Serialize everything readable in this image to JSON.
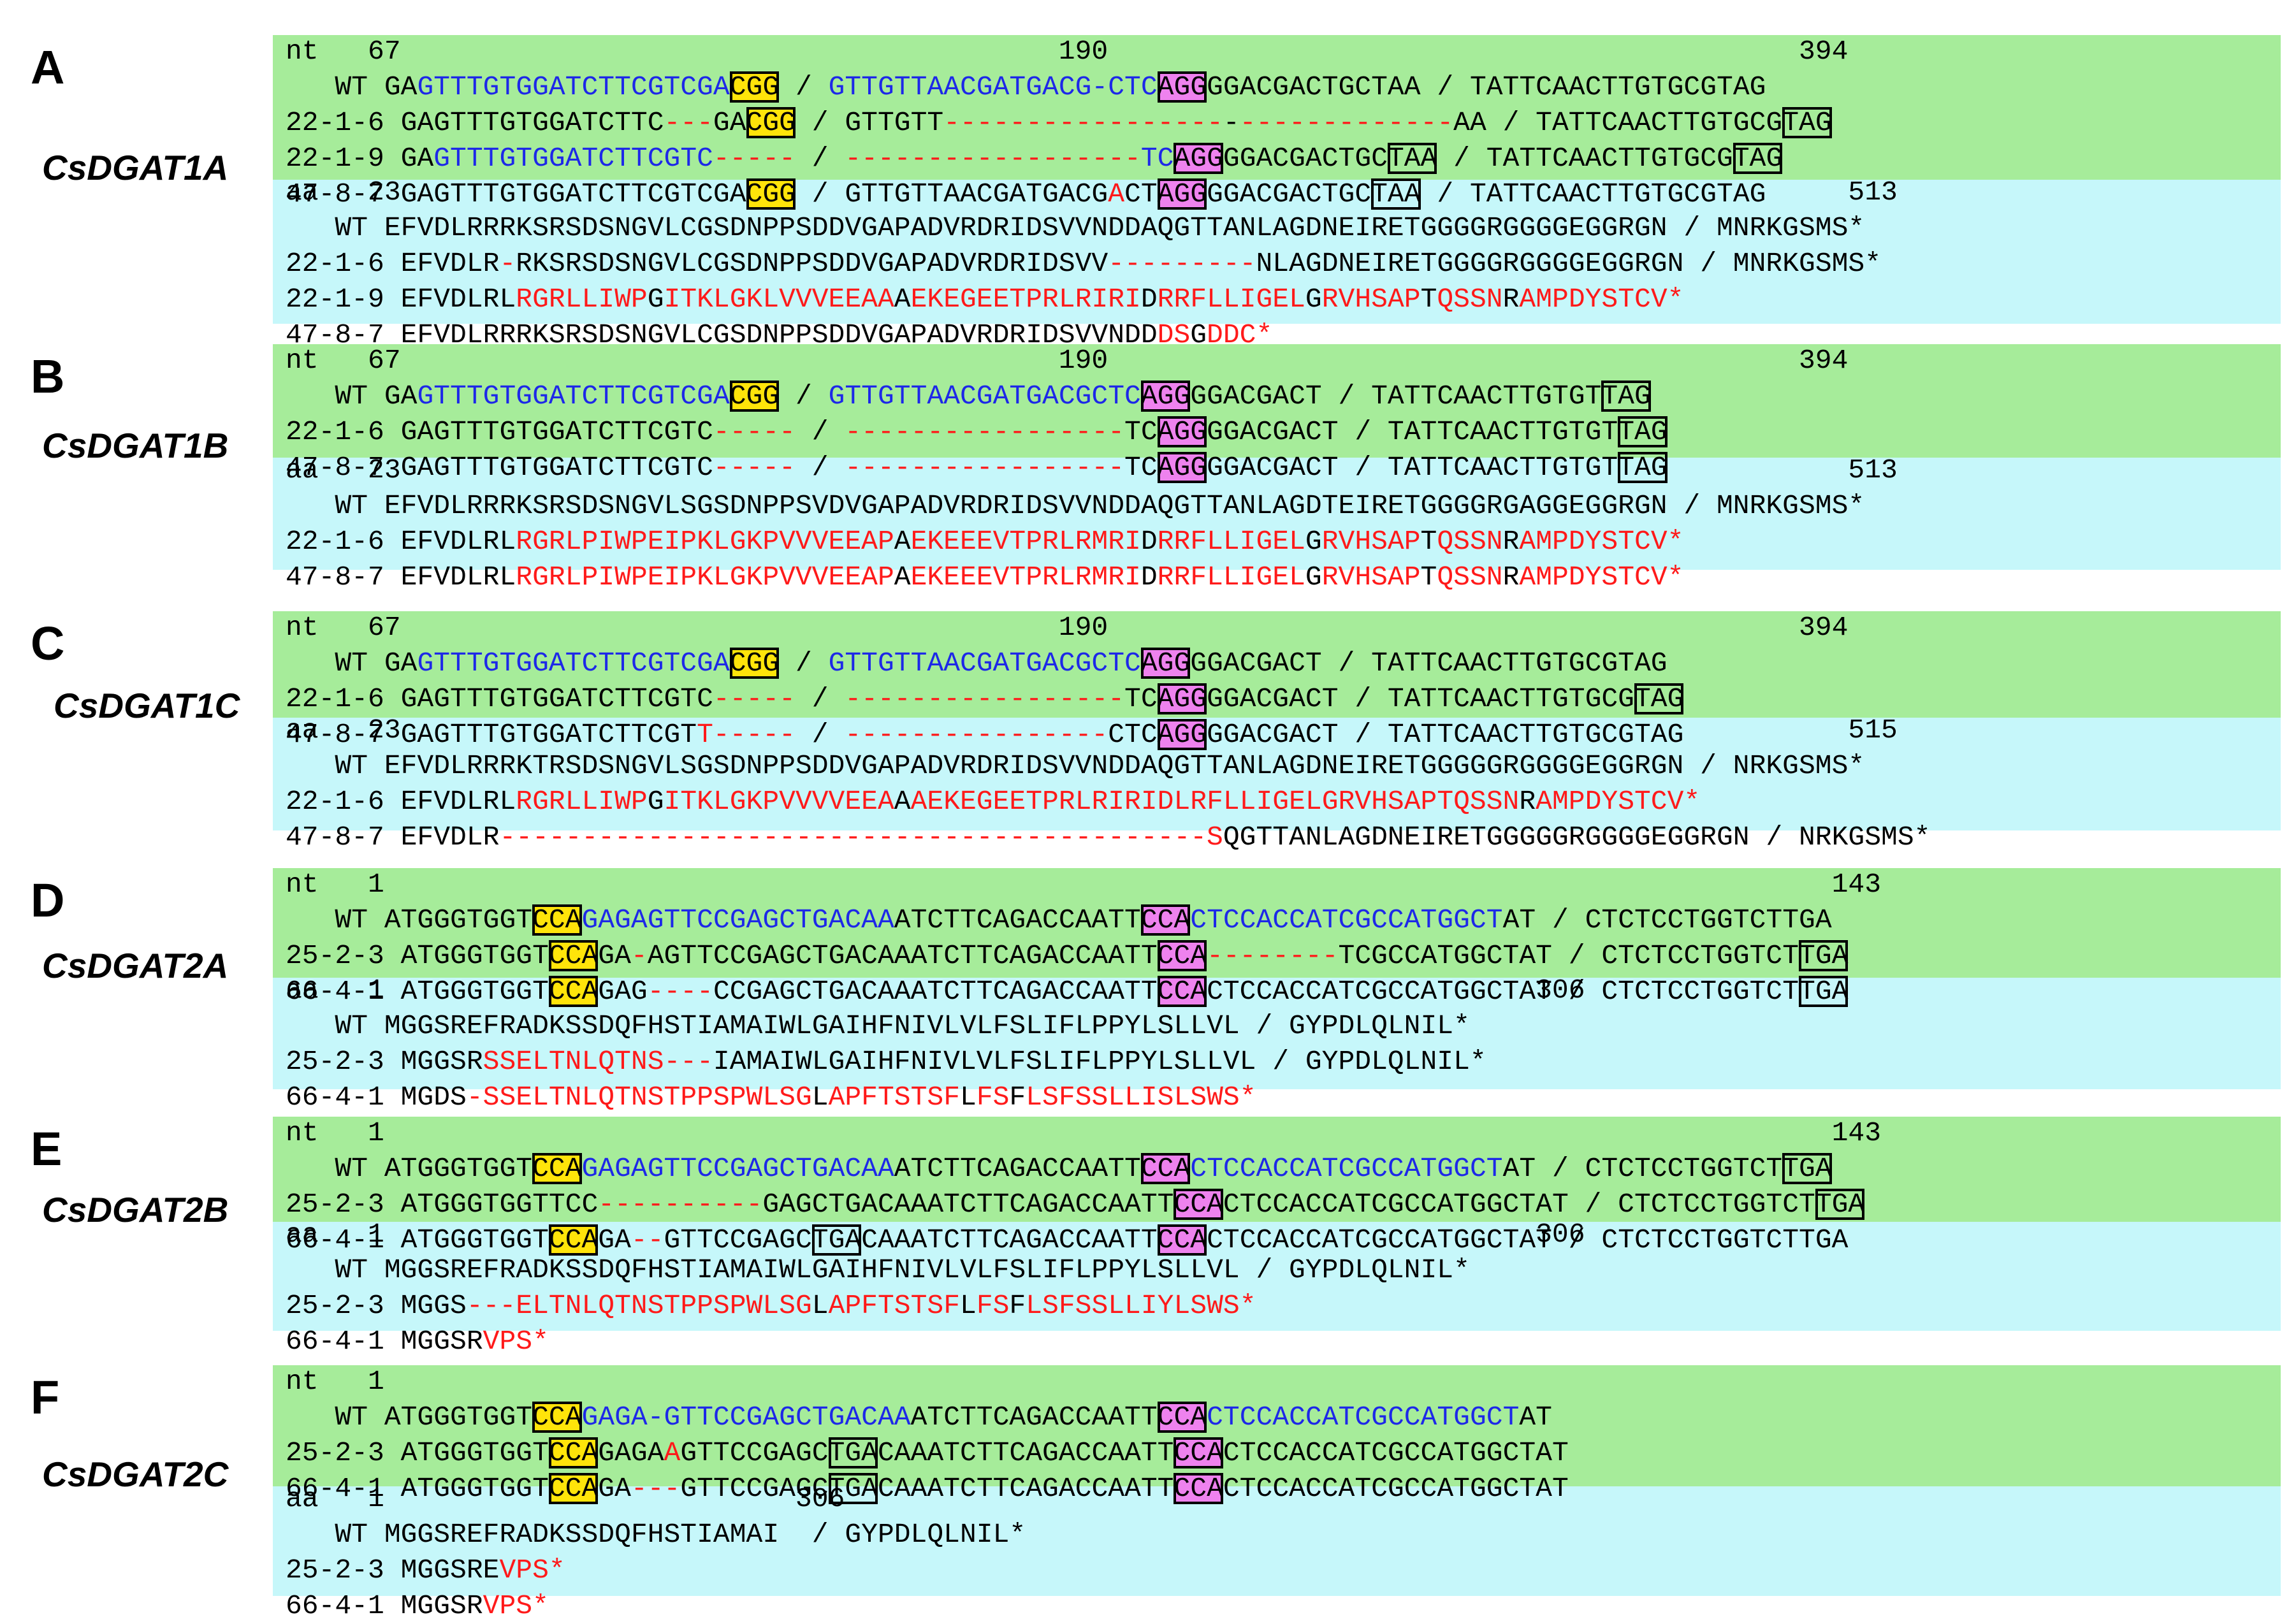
{
  "panels": [
    {
      "label": "A",
      "gene": "CsDGAT1A",
      "nt": [
        [
          [
            "nt   67                                        190                                          394"
          ]
        ],
        [
          [
            "   WT GA"
          ],
          [
            "GTTTGTGGATCTTCGTCGA",
            "b"
          ],
          [
            "CGG",
            "y"
          ],
          [
            " / "
          ],
          [
            "GTTGTTAACGATGACG-CTC",
            "b"
          ],
          [
            "AGG",
            "m"
          ],
          [
            "GGACGACTGCTAA / TATTCAACTTGTGCGTAG"
          ]
        ],
        [
          [
            "22-1-6 GAGTTTGTGGATCTTC"
          ],
          [
            "---",
            "r"
          ],
          [
            "GA"
          ],
          [
            "CGG",
            "y"
          ],
          [
            " / GTTGTT"
          ],
          [
            "-----------------",
            "r"
          ],
          [
            "-"
          ],
          [
            "-------------",
            "r"
          ],
          [
            "AA / TATTCAACTTGTGCG"
          ],
          [
            "TAG",
            "o"
          ]
        ],
        [
          [
            "22-1-9 GA"
          ],
          [
            "GTTTGTGGATCTTCGTC",
            "b"
          ],
          [
            "-----",
            "r"
          ],
          [
            " / "
          ],
          [
            "------------------",
            "r"
          ],
          [
            "TC",
            "b"
          ],
          [
            "AGG",
            "m"
          ],
          [
            "GGACGACTGC"
          ],
          [
            "TAA",
            "o"
          ],
          [
            " / TATTCAACTTGTGCG"
          ],
          [
            "TAG",
            "o"
          ]
        ],
        [
          [
            "47-8-7 GAGTTTGTGGATCTTCGTCGA"
          ],
          [
            "CGG",
            "y"
          ],
          [
            " / GTTGTTAACGATGACG"
          ],
          [
            "A",
            "r"
          ],
          [
            "CT"
          ],
          [
            "AGG",
            "m"
          ],
          [
            "GGACGACTGC"
          ],
          [
            "TAA",
            "o"
          ],
          [
            " / TATTCAACTTGTGCGTAG"
          ]
        ]
      ],
      "aa": [
        [
          [
            "aa   23                                                                                        513"
          ]
        ],
        [
          [
            "   WT EFVDLRRRKSRSDSNGVLCGSDNPPSDDVGAPADVRDRIDSVVNDDAQGTTANLAGDNEIRETGGGGRGGGGEGGRGN / MNRKGSMS*"
          ]
        ],
        [
          [
            "22-1-6 EFVDLR"
          ],
          [
            "-",
            "r"
          ],
          [
            "RKSRSDSNGVLCGSDNPPSDDVGAPADVRDRIDSVV"
          ],
          [
            "---------",
            "r"
          ],
          [
            "NLAGDNEIRETGGGGRGGGGEGGRGN / MNRKGSMS*"
          ]
        ],
        [
          [
            "22-1-9 EFVDLRL"
          ],
          [
            "RGRLLIWP",
            "r"
          ],
          [
            "G"
          ],
          [
            "ITKLGKLVVVEEAA",
            "r"
          ],
          [
            "A"
          ],
          [
            "EKEGEETPRLRIRI",
            "r"
          ],
          [
            "D"
          ],
          [
            "RRFLLIGEL",
            "r"
          ],
          [
            "G"
          ],
          [
            "RVHSAP",
            "r"
          ],
          [
            "T"
          ],
          [
            "QSSN",
            "r"
          ],
          [
            "R"
          ],
          [
            "AMPDYSTCV*",
            "r"
          ]
        ],
        [
          [
            "47-8-7 EFVDLRRRKSRSDSNGVLCGSDNPPSDDVGAPADVRDRIDSVVNDD"
          ],
          [
            "DS",
            "r"
          ],
          [
            "G"
          ],
          [
            "DDC*",
            "r"
          ]
        ]
      ]
    },
    {
      "label": "B",
      "gene": "CsDGAT1B",
      "nt": [
        [
          [
            "nt   67                                        190                                          394"
          ]
        ],
        [
          [
            "   WT GA"
          ],
          [
            "GTTTGTGGATCTTCGTCGA",
            "b"
          ],
          [
            "CGG",
            "y"
          ],
          [
            " / "
          ],
          [
            "GTTGTTAACGATGACGCTC",
            "b"
          ],
          [
            "AGG",
            "m"
          ],
          [
            "GGACGACT / TATTCAACTTGTGT"
          ],
          [
            "TAG",
            "o"
          ]
        ],
        [
          [
            "22-1-6 GAGTTTGTGGATCTTCGTC"
          ],
          [
            "-----",
            "r"
          ],
          [
            " / "
          ],
          [
            "-----------------",
            "r"
          ],
          [
            "TC"
          ],
          [
            "AGG",
            "m"
          ],
          [
            "GGACGACT / TATTCAACTTGTGT"
          ],
          [
            "TAG",
            "o"
          ]
        ],
        [
          [
            "47-8-7 GAGTTTGTGGATCTTCGTC"
          ],
          [
            "-----",
            "r"
          ],
          [
            " / "
          ],
          [
            "-----------------",
            "r"
          ],
          [
            "TC"
          ],
          [
            "AGG",
            "m"
          ],
          [
            "GGACGACT / TATTCAACTTGTGT"
          ],
          [
            "TAG",
            "o"
          ]
        ]
      ],
      "aa": [
        [
          [
            "aa   23                                                                                        513"
          ]
        ],
        [
          [
            "   WT EFVDLRRRKSRSDSNGVLSGSDNPPSVDVGAPADVRDRIDSVVNDDAQGTTANLAGDTEIRETGGGGRGAGGEGGRGN / MNRKGSMS*"
          ]
        ],
        [
          [
            "22-1-6 EFVDLRL"
          ],
          [
            "RGRLPIWPEIPKLGKPVVVEEAP",
            "r"
          ],
          [
            "A"
          ],
          [
            "EKEEEVTPRLRMRI",
            "r"
          ],
          [
            "D"
          ],
          [
            "RRFLLIGEL",
            "r"
          ],
          [
            "G"
          ],
          [
            "RVHSAP",
            "r"
          ],
          [
            "T"
          ],
          [
            "QSSN",
            "r"
          ],
          [
            "R"
          ],
          [
            "AMPDYSTCV*",
            "r"
          ]
        ],
        [
          [
            "47-8-7 EFVDLRL"
          ],
          [
            "RGRLPIWPEIPKLGKPVVVEEAP",
            "r"
          ],
          [
            "A"
          ],
          [
            "EKEEEVTPRLRMRI",
            "r"
          ],
          [
            "D"
          ],
          [
            "RRFLLIGEL",
            "r"
          ],
          [
            "G"
          ],
          [
            "RVHSAP",
            "r"
          ],
          [
            "T"
          ],
          [
            "QSSN",
            "r"
          ],
          [
            "R"
          ],
          [
            "AMPDYSTCV*",
            "r"
          ]
        ]
      ]
    },
    {
      "label": "C",
      "gene": "CsDGAT1C",
      "nt": [
        [
          [
            "nt   67                                        190                                          394"
          ]
        ],
        [
          [
            "   WT GA"
          ],
          [
            "GTTTGTGGATCTTCGTCGA",
            "b"
          ],
          [
            "CGG",
            "y"
          ],
          [
            " / "
          ],
          [
            "GTTGTTAACGATGACGCTC",
            "b"
          ],
          [
            "AGG",
            "m"
          ],
          [
            "GGACGACT / TATTCAACTTGTGCGTAG"
          ]
        ],
        [
          [
            "22-1-6 GAGTTTGTGGATCTTCGTC"
          ],
          [
            "-----",
            "r"
          ],
          [
            " / "
          ],
          [
            "-----------------",
            "r"
          ],
          [
            "TC"
          ],
          [
            "AGG",
            "m"
          ],
          [
            "GGACGACT / TATTCAACTTGTGCG"
          ],
          [
            "TAG",
            "o"
          ]
        ],
        [
          [
            "47-8-7 GAGTTTGTGGATCTTCGT"
          ],
          [
            "T-----",
            "r"
          ],
          [
            " / "
          ],
          [
            "----------------",
            "r"
          ],
          [
            "CTC"
          ],
          [
            "AGG",
            "m"
          ],
          [
            "GGACGACT / TATTCAACTTGTGCGTAG"
          ]
        ]
      ],
      "aa": [
        [
          [
            "aa   23                                                                                        515"
          ]
        ],
        [
          [
            "   WT EFVDLRRRKTRSDSNGVLSGSDNPPSDDVGAPADVRDRIDSVVNDDAQGTTANLAGDNEIRETGGGGGRGGGGEGGRGN / NRKGSMS*"
          ]
        ],
        [
          [
            "22-1-6 EFVDLRL"
          ],
          [
            "RGRLLIWP",
            "r"
          ],
          [
            "G"
          ],
          [
            "ITKLGKPVVVVEEA",
            "r"
          ],
          [
            "A"
          ],
          [
            "AEKEGEETPRLRIRIDLRFLLIGELGRVHSAPTQSSN",
            "r"
          ],
          [
            "R"
          ],
          [
            "AMPDYSTCV*",
            "r"
          ]
        ],
        [
          [
            "47-8-7 EFVDLR"
          ],
          [
            "-------------------------------------------S",
            "r"
          ],
          [
            "QGTTANLAGDNEIRETGGGGGRGGGGEGGRGN / NRKGSMS*"
          ]
        ]
      ]
    },
    {
      "label": "D",
      "gene": "CsDGAT2A",
      "nt": [
        [
          [
            "nt   1                                                                                        143"
          ]
        ],
        [
          [
            "   WT ATGGGTGGT"
          ],
          [
            "CCA",
            "y"
          ],
          [
            "GAGAGTTCCGAGCTGACAA",
            "b"
          ],
          [
            "ATCTTCAGACCAATT"
          ],
          [
            "CCA",
            "m"
          ],
          [
            "CTCCACCATCGCCATGGCT",
            "b"
          ],
          [
            "AT / CTCTCCTGGTCTTGA"
          ]
        ],
        [
          [
            "25-2-3 ATGGGTGGT"
          ],
          [
            "CCA",
            "y"
          ],
          [
            "GA"
          ],
          [
            "-",
            "r"
          ],
          [
            "AGTTCCGAGCTGACAAATCTTCAGACCAATT"
          ],
          [
            "CCA",
            "m"
          ],
          [
            "--------",
            "r"
          ],
          [
            "TCGCCATGGCTAT / CTCTCCTGGTCT"
          ],
          [
            "TGA",
            "o"
          ]
        ],
        [
          [
            "66-4-1 ATGGGTGGT"
          ],
          [
            "CCA",
            "y"
          ],
          [
            "GAG"
          ],
          [
            "----",
            "r"
          ],
          [
            "CCGAGCTGACAAATCTTCAGACCAATT"
          ],
          [
            "CCA",
            "m"
          ],
          [
            "CTCCACCATCGCCATGGCTAT / CTCTCCTGGTCT"
          ],
          [
            "TGA",
            "o"
          ]
        ]
      ],
      "aa": [
        [
          [
            "aa   1                                                                      306"
          ]
        ],
        [
          [
            "   WT MGGSREFRADKSSDQFHSTIAMAIWLGAIHFNIVLVLFSLIFLPPYLSLLVL / GYPDLQLNIL*"
          ]
        ],
        [
          [
            "25-2-3 MGGSR"
          ],
          [
            "SSELTNLQTNS---",
            "r"
          ],
          [
            "IAMAIWLGAIHFNIVLVLFSLIFLPPYLSLLVL / GYPDLQLNIL*"
          ]
        ],
        [
          [
            "66-4-1 MGDS"
          ],
          [
            "-SSELTNLQTNSTPPSPWLSG",
            "r"
          ],
          [
            "L"
          ],
          [
            "APFTSTSF",
            "r"
          ],
          [
            "L"
          ],
          [
            "FS",
            "r"
          ],
          [
            "F"
          ],
          [
            "LSFSSLLISLSWS*",
            "r"
          ]
        ]
      ]
    },
    {
      "label": "E",
      "gene": "CsDGAT2B",
      "nt": [
        [
          [
            "nt   1                                                                                        143"
          ]
        ],
        [
          [
            "   WT ATGGGTGGT"
          ],
          [
            "CCA",
            "y"
          ],
          [
            "GAGAGTTCCGAGCTGACAA",
            "b"
          ],
          [
            "ATCTTCAGACCAATT"
          ],
          [
            "CCA",
            "m"
          ],
          [
            "CTCCACCATCGCCATGGCT",
            "b"
          ],
          [
            "AT / CTCTCCTGGTCT"
          ],
          [
            "TGA",
            "o"
          ]
        ],
        [
          [
            "25-2-3 ATGGGTGGTTCC"
          ],
          [
            "----------",
            "r"
          ],
          [
            "GAGCTGACAAATCTTCAGACCAATT"
          ],
          [
            "CCA",
            "m"
          ],
          [
            "CTCCACCATCGCCATGGCTAT / CTCTCCTGGTCT"
          ],
          [
            "TGA",
            "o"
          ]
        ],
        [
          [
            "66-4-1 ATGGGTGGT"
          ],
          [
            "CCA",
            "y"
          ],
          [
            "GA"
          ],
          [
            "--",
            "r"
          ],
          [
            "GTTCCGAGC"
          ],
          [
            "TGA",
            "o"
          ],
          [
            "CAAATCTTCAGACCAATT"
          ],
          [
            "CCA",
            "m"
          ],
          [
            "CTCCACCATCGCCATGGCTAT / CTCTCCTGGTCTTGA"
          ]
        ]
      ],
      "aa": [
        [
          [
            "aa   1                                                                      306"
          ]
        ],
        [
          [
            "   WT MGGSREFRADKSSDQFHSTIAMAIWLGAIHFNIVLVLFSLIFLPPYLSLLVL / GYPDLQLNIL*"
          ]
        ],
        [
          [
            "25-2-3 MGGS"
          ],
          [
            "---ELTNLQTNSTPPSPWLSG",
            "r"
          ],
          [
            "L"
          ],
          [
            "APFTSTSF",
            "r"
          ],
          [
            "L"
          ],
          [
            "FS",
            "r"
          ],
          [
            "F"
          ],
          [
            "LSFSSLLIYLSWS*",
            "r"
          ]
        ],
        [
          [
            "66-4-1 MGGSR"
          ],
          [
            "VPS*",
            "r"
          ]
        ]
      ]
    },
    {
      "label": "F",
      "gene": "CsDGAT2C",
      "nt": [
        [
          [
            "nt   1"
          ]
        ],
        [
          [
            "   WT ATGGGTGGT"
          ],
          [
            "CCA",
            "y"
          ],
          [
            "GAGA-GTTCCGAGCTGACAA",
            "b"
          ],
          [
            "ATCTTCAGACCAATT"
          ],
          [
            "CCA",
            "m"
          ],
          [
            "CTCCACCATCGCCATGGCT",
            "b"
          ],
          [
            "AT"
          ]
        ],
        [
          [
            "25-2-3 ATGGGTGGT"
          ],
          [
            "CCA",
            "y"
          ],
          [
            "GAGA"
          ],
          [
            "A",
            "r"
          ],
          [
            "GTTCCGAGC"
          ],
          [
            "TGA",
            "o"
          ],
          [
            "CAAATCTTCAGACCAATT"
          ],
          [
            "CCA",
            "m"
          ],
          [
            "CTCCACCATCGCCATGGCTAT"
          ]
        ],
        [
          [
            "66-4-1 ATGGGTGGT"
          ],
          [
            "CCA",
            "y"
          ],
          [
            "GA"
          ],
          [
            "---",
            "r"
          ],
          [
            "GTTCCGAGC"
          ],
          [
            "TGA",
            "o"
          ],
          [
            "CAAATCTTCAGACCAATT"
          ],
          [
            "CCA",
            "m"
          ],
          [
            "CTCCACCATCGCCATGGCTAT"
          ]
        ]
      ],
      "aa": [
        [
          [
            "aa   1                         306"
          ]
        ],
        [
          [
            "   WT MGGSREFRADKSSDQFHSTIAMAI  / GYPDLQLNIL*"
          ]
        ],
        [
          [
            "25-2-3 MGGSRE"
          ],
          [
            "VPS*",
            "r"
          ]
        ],
        [
          [
            "66-4-1 MGGSR"
          ],
          [
            "VPS*",
            "r"
          ]
        ]
      ]
    }
  ],
  "colors": {
    "nt_background": "#a6ec9a",
    "aa_background": "#c6f7fa",
    "target_site": "#1d28e8",
    "mutation": "#ff1a1a",
    "pam_first": "#ffe40a",
    "pam_second": "#ee82ee",
    "stop_codon_box": "#000000"
  }
}
